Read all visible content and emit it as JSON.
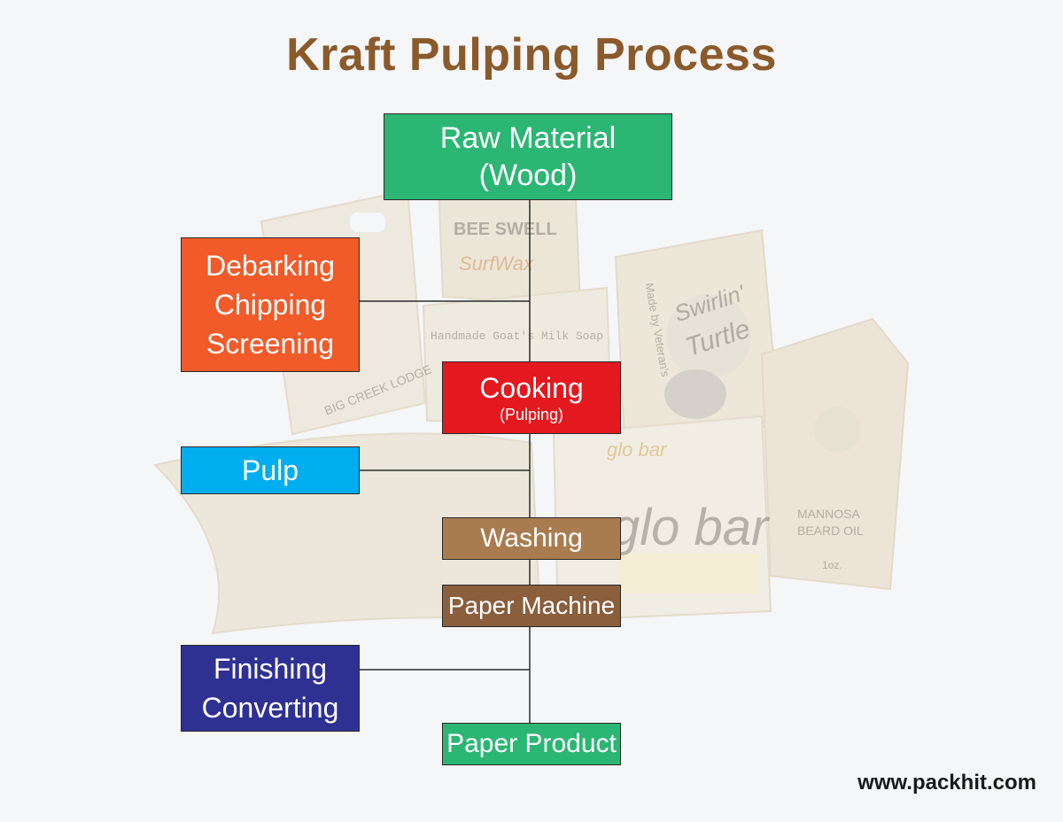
{
  "title": "Kraft Pulping Process",
  "nodes": {
    "raw_material": {
      "line1": "Raw Material",
      "line2": "(Wood)",
      "color": "#2bb673"
    },
    "debarking": {
      "line1": "Debarking",
      "line2": "Chipping",
      "line3": "Screening",
      "color": "#f15a29"
    },
    "cooking": {
      "line1": "Cooking",
      "line2": "(Pulping)",
      "color": "#e3191f"
    },
    "pulp": {
      "label": "Pulp",
      "color": "#00aeef"
    },
    "washing": {
      "label": "Washing",
      "color": "#a97c50"
    },
    "paper_machine": {
      "label": "Paper Machine",
      "color": "#8b5e3c"
    },
    "finishing": {
      "line1": "Finishing",
      "line2": "Converting",
      "color": "#2e3192"
    },
    "paper_product": {
      "label": "Paper Product",
      "color": "#2bb673"
    }
  },
  "background_labels": {
    "bee_swell": "BEE SWELL",
    "surf_wax": "SurfWax",
    "goat_soap": "Handmade Goat's Milk Soap",
    "big_creek": "BIG CREEK LODGE",
    "swirlin": "Swirlin'",
    "turtle": "Turtle",
    "made_by": "Made by Veteran's",
    "glo_bar_small": "glo bar",
    "glo_bar_large": "glo bar",
    "mimosa": "MANNOSA",
    "beard_oil": "BEARD OIL",
    "one_oz": "1oz."
  },
  "footer": {
    "website": "www.packhit.com"
  },
  "colors": {
    "title": "#8b5a2b",
    "connector": "#2b2b2b",
    "background": "#f4f6f8"
  }
}
